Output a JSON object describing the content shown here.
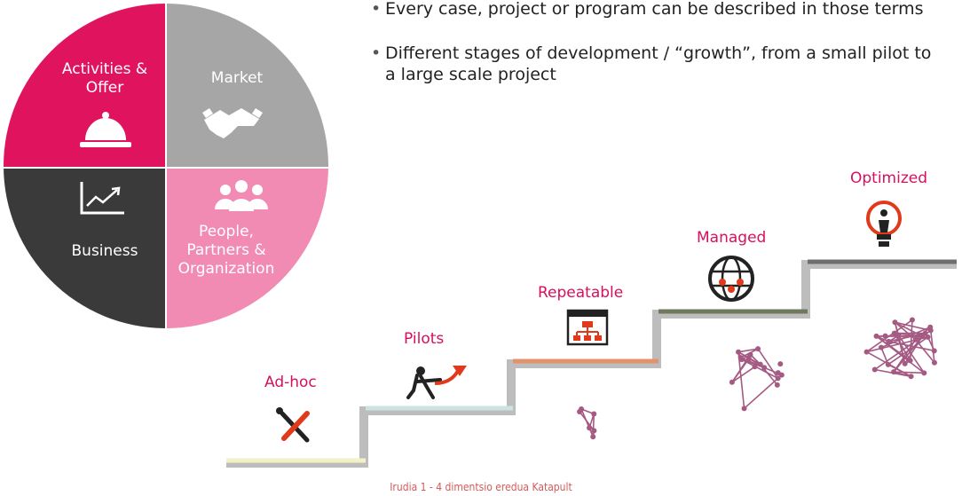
{
  "circle": {
    "quadrants": [
      {
        "key": "activities",
        "lines": [
          "Activities &",
          "Offer"
        ],
        "color": "#e0145e",
        "icon": "serving-cloche-icon"
      },
      {
        "key": "market",
        "lines": [
          "Market"
        ],
        "color": "#a6a6a6",
        "icon": "handshake-icon"
      },
      {
        "key": "business",
        "lines": [
          "Business"
        ],
        "color": "#3a3a3a",
        "icon": "growth-chart-icon"
      },
      {
        "key": "people",
        "lines": [
          "People,",
          "Partners &",
          "Organization"
        ],
        "color": "#f18bb4",
        "icon": "people-group-icon"
      }
    ]
  },
  "bullets": [
    "Every case, project or program can be described in those terms",
    "Different stages of development / “growth”, from a small pilot to a large scale project"
  ],
  "stages": [
    {
      "label": "Ad-hoc",
      "icon": "wrench-screwdriver-icon",
      "step_color": "#f2f2c6"
    },
    {
      "label": "Pilots",
      "icon": "tug-of-war-arrow-icon",
      "step_color": "#cde3e3"
    },
    {
      "label": "Repeatable",
      "icon": "sitemap-window-icon",
      "step_color": "#e3936b"
    },
    {
      "label": "Managed",
      "icon": "globe-network-icon",
      "step_color": "#6f7a5d"
    },
    {
      "label": "Optimized",
      "icon": "lightbulb-person-icon",
      "step_color": "#6e6e6e"
    }
  ],
  "colors": {
    "accent": "#d6105e",
    "network": "#a45a83",
    "caption": "#d35b5b"
  },
  "caption": "Irudia 1 - 4 dimentsio eredua Katapult"
}
